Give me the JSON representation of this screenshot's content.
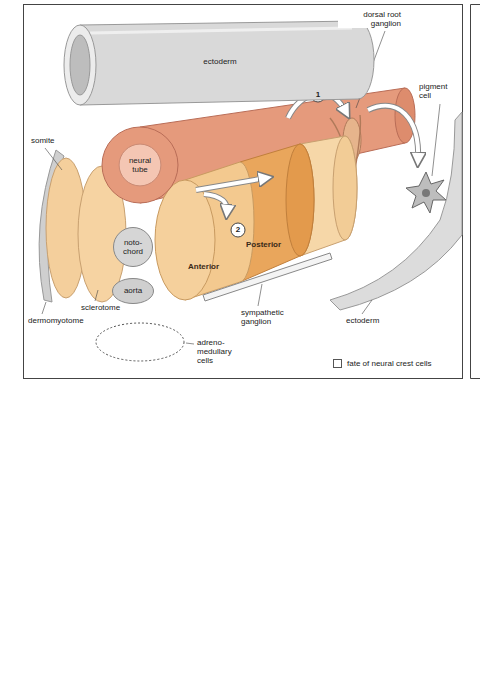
{
  "diagram": {
    "nodes": [
      {
        "text": [
          "ectoderm"
        ]
      },
      {
        "text": [
          "neural tube"
        ]
      },
      {
        "text": [
          "noto-chord"
        ]
      },
      {
        "text": [
          "aorta"
        ]
      }
    ],
    "labels": [
      "dorsal root ganglion",
      "pigment cell",
      "1",
      "somite",
      "2",
      "Anterior",
      "Posterior",
      "ectoderm",
      "dermomyotome",
      "sclerotome",
      "sympathetic ganglion",
      "adreno-medullary cells"
    ],
    "legend": [
      {
        "text": "fate of neural crest cells",
        "color": "#ffffff"
      }
    ]
  }
}
